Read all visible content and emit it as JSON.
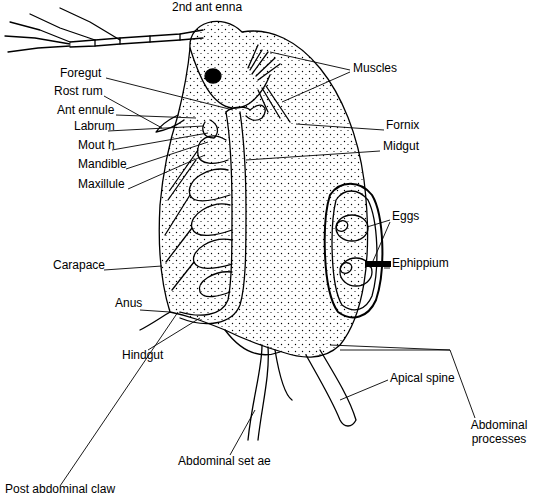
{
  "diagram": {
    "labels": [
      "2nd ant enna",
      "Foregut",
      "Rost rum",
      "Ant ennule",
      "Labrum",
      "Mout h",
      "Mandible",
      "Maxillule",
      "Muscles",
      "Fornix",
      "Midgut",
      "Eggs",
      "Ephippium",
      "Carapace",
      "Anus",
      "Hindgut",
      "Apical spine",
      "Abdominal processes",
      "Abdominal set ae",
      "Post abdominal claw"
    ]
  }
}
